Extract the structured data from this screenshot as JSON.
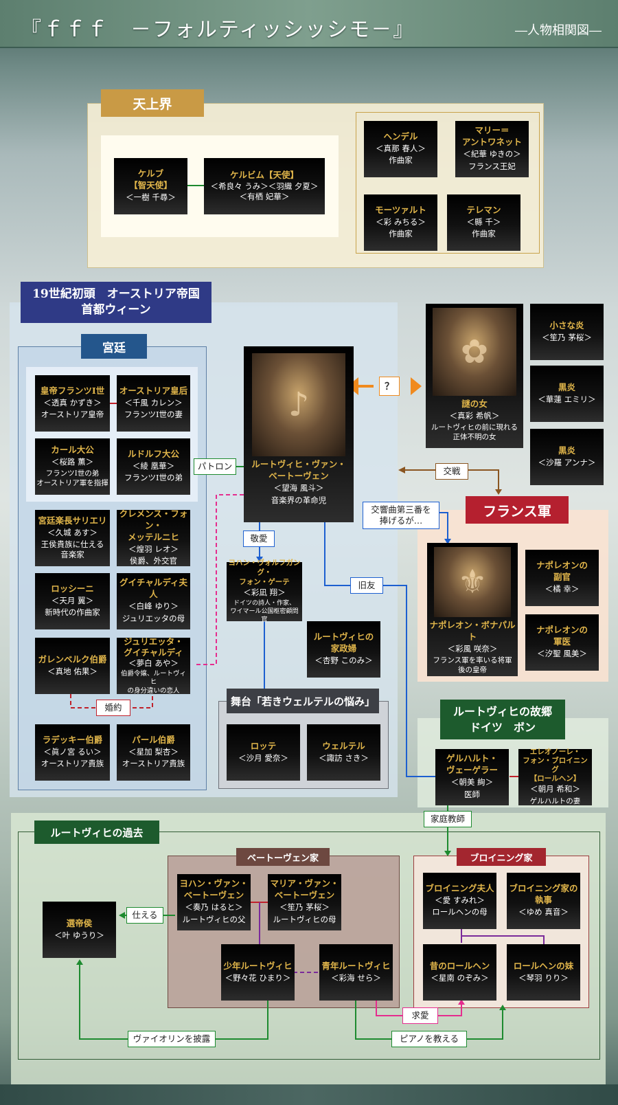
{
  "header": {
    "title": "『ｆｆｆ　－フォルティッシッシモ－』",
    "subtitle": "―人物相関図―"
  },
  "sections": {
    "tenjou": "天上界",
    "austria": "19世紀初頭　オーストリア帝国\n首都ウィーン",
    "palace": "宮廷",
    "stage": "舞台「若きウェルテルの悩み」",
    "france": "フランス軍",
    "bonn": "ルートヴィヒの故郷\nドイツ　ボン",
    "past": "ルートヴィヒの過去",
    "beethoven_family": "ベートーヴェン家",
    "breuning_family": "ブロイニング家"
  },
  "characters": {
    "kerub": {
      "name": "ケルブ\n【智天使】",
      "actor": "＜一樹 千尋＞"
    },
    "kerubim": {
      "name": "ケルビム【天使】",
      "actor": "＜希良々 うみ＞＜羽織 夕夏＞\n＜有栖 妃華＞"
    },
    "handel": {
      "name": "ヘンデル",
      "actor": "＜真那 春人＞",
      "desc": "作曲家"
    },
    "marie": {
      "name": "マリー＝\nアントワネット",
      "actor": "＜紀華 ゆきの＞",
      "desc": "フランス王妃"
    },
    "mozart": {
      "name": "モーツァルト",
      "actor": "＜彩 みちる＞",
      "desc": "作曲家"
    },
    "telemann": {
      "name": "テレマン",
      "actor": "＜縣 千＞",
      "desc": "作曲家"
    },
    "franz": {
      "name": "皇帝フランツⅠ世",
      "actor": "＜透真 かずき＞",
      "desc": "オーストリア皇帝"
    },
    "empress": {
      "name": "オーストリア皇后",
      "actor": "＜千風 カレン＞",
      "desc": "フランツⅠ世の妻"
    },
    "karl": {
      "name": "カール大公",
      "actor": "＜桜路 薫＞",
      "desc": "フランツⅠ世の弟\nオーストリア軍を指揮"
    },
    "rudolf": {
      "name": "ルドルフ大公",
      "actor": "＜綾 凰華＞",
      "desc": "フランツⅠ世の弟"
    },
    "salieri": {
      "name": "宮廷楽長サリエリ",
      "actor": "＜久城 あす＞",
      "desc": "王侯貴族に仕える\n音楽家"
    },
    "metternich": {
      "name": "クレメンス・フォン・\nメッテルニヒ",
      "actor": "＜煌羽 レオ＞",
      "desc": "侯爵、外交官"
    },
    "rossini": {
      "name": "ロッシーニ",
      "actor": "＜天月 翼＞",
      "desc": "新時代の作曲家"
    },
    "guicciardi_f": {
      "name": "グイチャルディ夫人",
      "actor": "＜白峰 ゆり＞",
      "desc": "ジュリエッタの母"
    },
    "gallenberg": {
      "name": "ガレンベルク伯爵",
      "actor": "＜真地 佑果＞"
    },
    "giulietta": {
      "name": "ジュリエッタ・\nグイチャルディ",
      "actor": "＜夢白 あや＞",
      "desc": "伯爵令嬢、ルートヴィヒ\nの身分違いの恋人"
    },
    "radetzky": {
      "name": "ラデッキー伯爵",
      "actor": "＜眞ノ宮 るい＞",
      "desc": "オーストリア貴族"
    },
    "palffy": {
      "name": "パール伯爵",
      "actor": "＜星加 梨杏＞",
      "desc": "オーストリア貴族"
    },
    "ludwig": {
      "name": "ルートヴィヒ・ヴァン・\nベートーヴェン",
      "actor": "＜望海 風斗＞",
      "desc": "音楽界の革命児"
    },
    "goethe": {
      "name": "ヨハン・ヴォルフガング・\nフォン・ゲーテ",
      "actor": "＜彩凪 翔＞",
      "desc": "ドイツの詩人・作家、\nワイマール公国枢密顧問官"
    },
    "housekeeper": {
      "name": "ルートヴィヒの\n家政婦",
      "actor": "＜杏野 このみ＞"
    },
    "lotte": {
      "name": "ロッテ",
      "actor": "＜沙月 愛奈＞"
    },
    "werther": {
      "name": "ウェルテル",
      "actor": "＜諏訪 さき＞"
    },
    "nazo": {
      "name": "謎の女",
      "actor": "＜真彩 希帆＞",
      "desc": "ルートヴィヒの前に現れる\n正体不明の女"
    },
    "small_flame": {
      "name": "小さな炎",
      "actor": "＜笙乃 茅桜＞"
    },
    "black_flame1": {
      "name": "黒炎",
      "actor": "＜華蓮 エミリ＞"
    },
    "black_flame2": {
      "name": "黒炎",
      "actor": "＜沙羅 アンナ＞"
    },
    "napoleon": {
      "name": "ナポレオン・ボナパルト",
      "actor": "＜彩風 咲奈＞",
      "desc": "フランス軍を率いる将軍\n後の皇帝"
    },
    "napoleon_adj": {
      "name": "ナポレオンの\n副官",
      "actor": "＜橘 幸＞"
    },
    "napoleon_doc": {
      "name": "ナポレオンの\n軍医",
      "actor": "＜汐聖 風美＞"
    },
    "wegeler": {
      "name": "ゲルハルト・\nヴェーゲラー",
      "actor": "＜朝美 絢＞",
      "desc": "医師"
    },
    "eleonore": {
      "name": "エレオノーレ・\nフォン・ブロイニング\n【ロールヘン】",
      "actor": "＜朝月 希和＞",
      "desc": "ゲルハルトの妻"
    },
    "elector": {
      "name": "選帝侯",
      "actor": "＜叶 ゆうり＞"
    },
    "johann": {
      "name": "ヨハン・ヴァン・\nベートーヴェン",
      "actor": "＜奏乃 はると＞",
      "desc": "ルートヴィヒの父"
    },
    "maria": {
      "name": "マリア・ヴァン・\nベートーヴェン",
      "actor": "＜笙乃 茅桜＞",
      "desc": "ルートヴィヒの母"
    },
    "boy_ludwig": {
      "name": "少年ルートヴィヒ",
      "actor": "＜野々花 ひまり＞"
    },
    "youth_ludwig": {
      "name": "青年ルートヴィヒ",
      "actor": "＜彩海 せら＞"
    },
    "breuning_wife": {
      "name": "ブロイニング夫人",
      "actor": "＜愛 すみれ＞",
      "desc": "ロールヘンの母"
    },
    "butler": {
      "name": "ブロイニング家の\n執事",
      "actor": "＜ゆめ 真音＞"
    },
    "old_lorchen": {
      "name": "昔のロールヘン",
      "actor": "＜星南 のぞみ＞"
    },
    "lorchen_sister": {
      "name": "ロールヘンの妹",
      "actor": "＜琴羽 りり＞"
    }
  },
  "relations": {
    "question": "？",
    "baton": "パトロン",
    "battle": "交戦",
    "symphony": "交響曲第三番を\n捧げるが…",
    "respect": "敬愛",
    "old_friend": "旧友",
    "engagement": "婚約",
    "tutor": "家庭教師",
    "serve": "仕える",
    "courtship": "求愛",
    "violin": "ヴァイオリンを披露",
    "piano": "ピアノを教える"
  },
  "colors": {
    "gold": "#e0b54a",
    "green": "#1d8a2f",
    "blue": "#1c5fd0",
    "pink": "#e52c8e",
    "red": "#c0202a",
    "purple": "#7a2a9a",
    "orange": "#f08a1e",
    "brown": "#8a5520"
  }
}
